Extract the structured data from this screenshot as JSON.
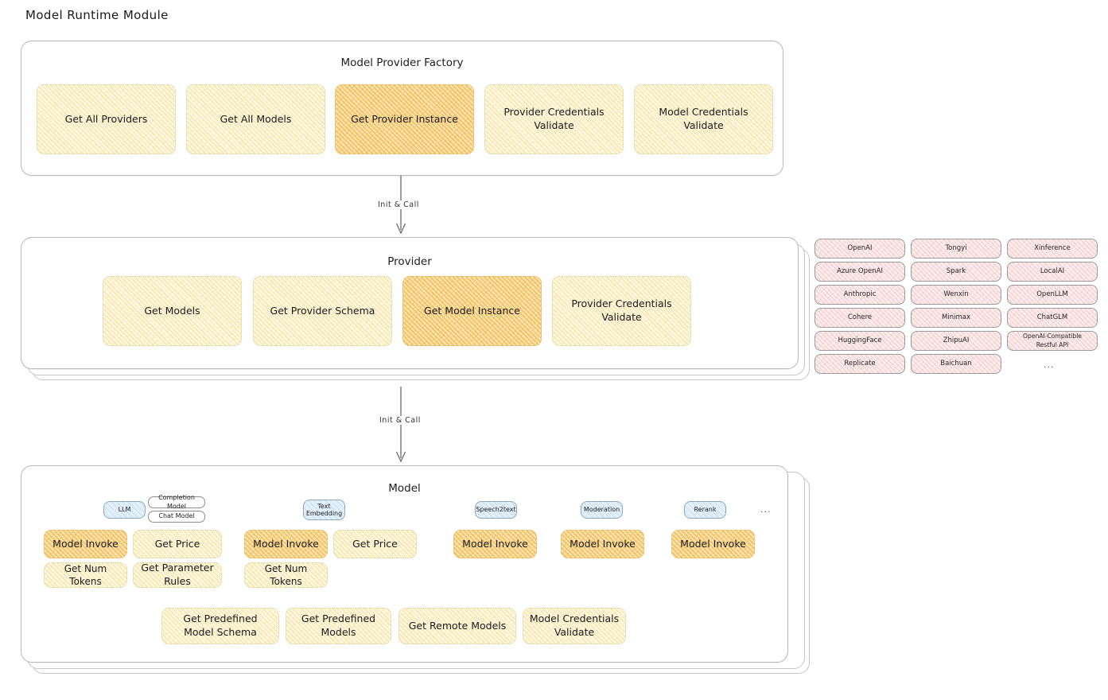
{
  "title": "Model Runtime Module",
  "colors": {
    "yellow_fill": "#fdf7e0",
    "orange_fill": "#fae3ae",
    "pink_fill": "#fdeeee",
    "blue_fill": "#e3f0fa",
    "border_gray": "#b9b9b9"
  },
  "factory": {
    "title": "Model Provider Factory",
    "nodes": [
      {
        "label": "Get All Providers",
        "highlight": false
      },
      {
        "label": "Get All Models",
        "highlight": false
      },
      {
        "label": "Get Provider Instance",
        "highlight": true
      },
      {
        "label": "Provider Credentials Validate",
        "highlight": false
      },
      {
        "label": "Model Credentials Validate",
        "highlight": false
      }
    ]
  },
  "arrow_one": {
    "label": "Init & Call"
  },
  "provider": {
    "title": "Provider",
    "nodes": [
      {
        "label": "Get Models",
        "highlight": false
      },
      {
        "label": "Get Provider Schema",
        "highlight": false
      },
      {
        "label": "Get Model Instance",
        "highlight": true
      },
      {
        "label": "Provider Credentials Validate",
        "highlight": false
      }
    ]
  },
  "provider_list": {
    "columns": [
      [
        "OpenAI",
        "Azure OpenAI",
        "Anthropic",
        "Cohere",
        "HuggingFace",
        "Replicate"
      ],
      [
        "Tongyi",
        "Spark",
        "Wenxin",
        "Minimax",
        "ZhipuAI",
        "Baichuan"
      ],
      [
        "Xinference",
        "LocalAI",
        "OpenLLM",
        "ChatGLM",
        "OpenAI-Compatible Restful API"
      ]
    ],
    "more": "..."
  },
  "arrow_two": {
    "label": "Init & Call"
  },
  "model": {
    "title": "Model",
    "more": "...",
    "types": [
      {
        "name": "LLM",
        "sublabels": [
          "Completion Model",
          "Chat Model"
        ],
        "methods": [
          {
            "label": "Model Invoke",
            "highlight": true
          },
          {
            "label": "Get Price",
            "highlight": false
          },
          {
            "label": "Get Num Tokens",
            "highlight": false
          },
          {
            "label": "Get Parameter Rules",
            "highlight": false
          }
        ]
      },
      {
        "name": "Text Embedding",
        "sublabels": [],
        "methods": [
          {
            "label": "Model Invoke",
            "highlight": true
          },
          {
            "label": "Get Price",
            "highlight": false
          },
          {
            "label": "Get Num Tokens",
            "highlight": false
          }
        ]
      },
      {
        "name": "Speech2text",
        "sublabels": [],
        "methods": [
          {
            "label": "Model Invoke",
            "highlight": true
          }
        ]
      },
      {
        "name": "Moderation",
        "sublabels": [],
        "methods": [
          {
            "label": "Model Invoke",
            "highlight": true
          }
        ]
      },
      {
        "name": "Rerank",
        "sublabels": [],
        "methods": [
          {
            "label": "Model Invoke",
            "highlight": true
          }
        ]
      }
    ],
    "common_methods": [
      {
        "label": "Get Predefined Model Schema"
      },
      {
        "label": "Get Predefined Models"
      },
      {
        "label": "Get Remote Models"
      },
      {
        "label": "Model Credentials Validate"
      }
    ]
  }
}
